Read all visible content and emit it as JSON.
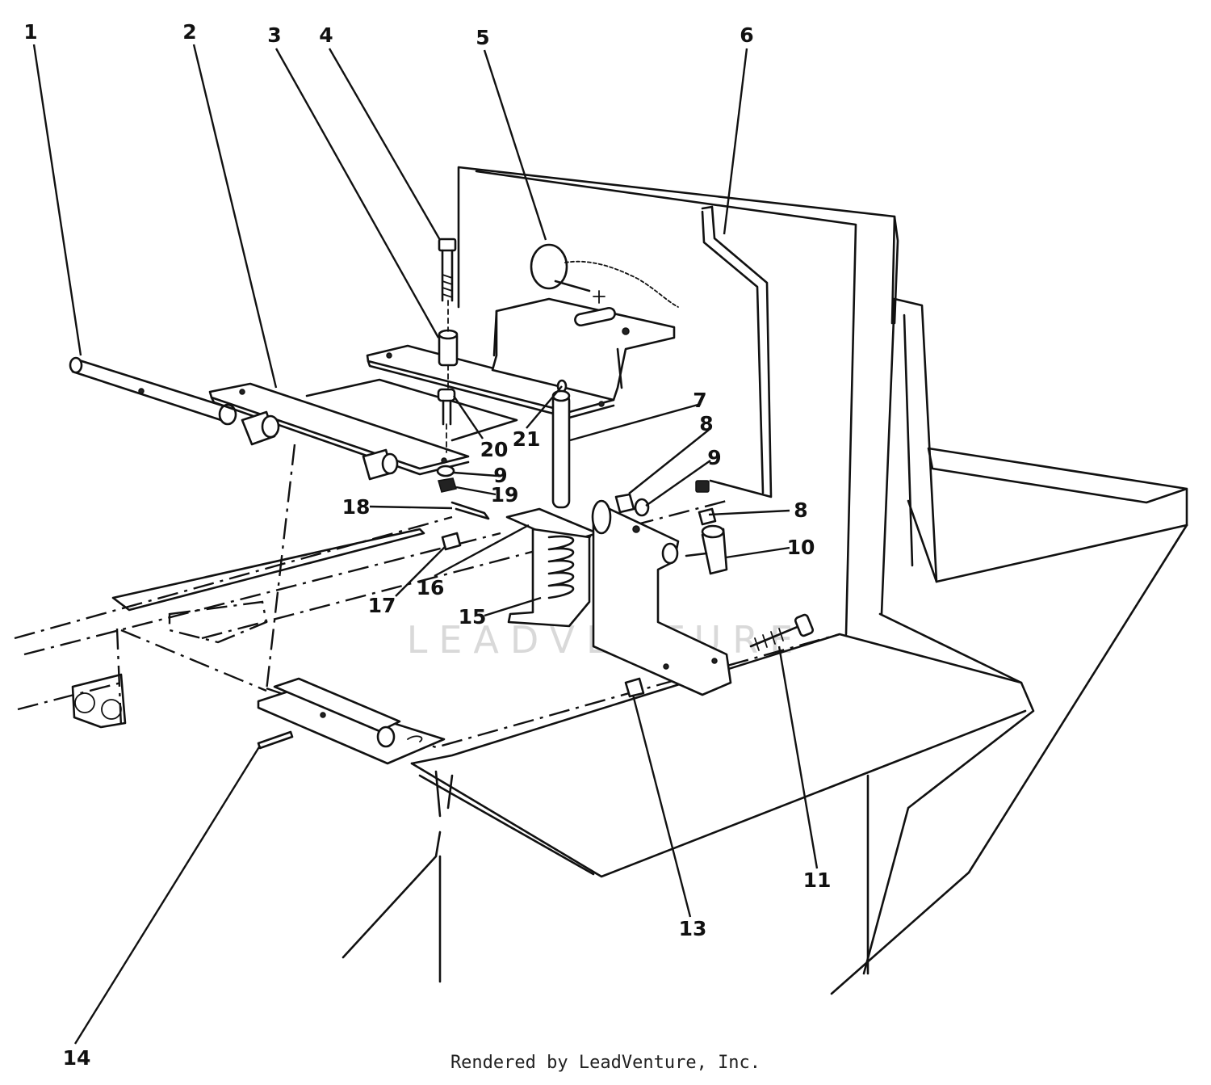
{
  "watermark": "LEADVENTURE",
  "credit": "Rendered by LeadVenture, Inc.",
  "callouts": [
    {
      "id": "1",
      "label": "1"
    },
    {
      "id": "2",
      "label": "2"
    },
    {
      "id": "3",
      "label": "3"
    },
    {
      "id": "4",
      "label": "4"
    },
    {
      "id": "5",
      "label": "5"
    },
    {
      "id": "6",
      "label": "6"
    },
    {
      "id": "7",
      "label": "7"
    },
    {
      "id": "8a",
      "label": "8"
    },
    {
      "id": "8b",
      "label": "8"
    },
    {
      "id": "9a",
      "label": "9"
    },
    {
      "id": "9b",
      "label": "9"
    },
    {
      "id": "10",
      "label": "10"
    },
    {
      "id": "11",
      "label": "11"
    },
    {
      "id": "13",
      "label": "13"
    },
    {
      "id": "14",
      "label": "14"
    },
    {
      "id": "15",
      "label": "15"
    },
    {
      "id": "16",
      "label": "16"
    },
    {
      "id": "17",
      "label": "17"
    },
    {
      "id": "18",
      "label": "18"
    },
    {
      "id": "19",
      "label": "19"
    },
    {
      "id": "20",
      "label": "20"
    },
    {
      "id": "21",
      "label": "21"
    }
  ]
}
